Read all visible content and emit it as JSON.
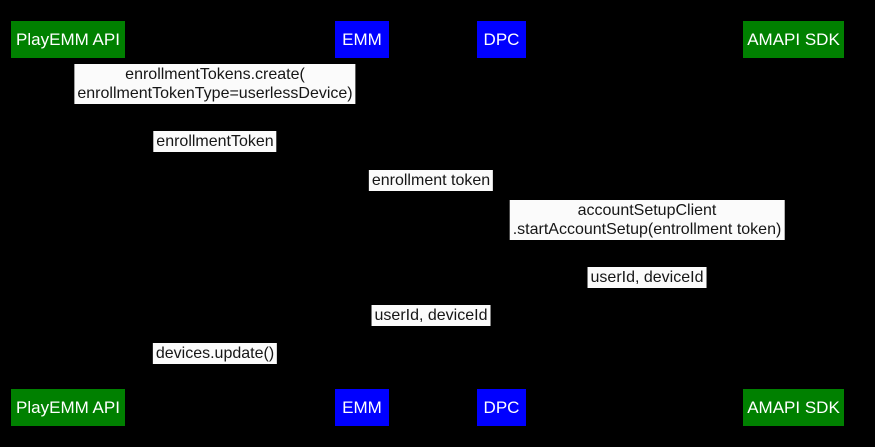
{
  "diagram": {
    "type": "sequence-diagram",
    "colors": {
      "background": "#000000",
      "actor_green": "#008000",
      "actor_blue": "#0000ff",
      "actor_text": "#ffffff",
      "message_bg": "#fbfbfb",
      "message_text": "#161616"
    },
    "actors": [
      {
        "label": "PlayEMM API",
        "color": "#008000"
      },
      {
        "label": "EMM",
        "color": "#0000ff"
      },
      {
        "label": "DPC",
        "color": "#0000ff"
      },
      {
        "label": "AMAPI SDK",
        "color": "#008000"
      }
    ],
    "messages": [
      {
        "between": [
          "PlayEMM API",
          "EMM"
        ],
        "lines": [
          "enrollmentTokens.create(",
          "enrollmentTokenType=userlessDevice)"
        ]
      },
      {
        "between": [
          "PlayEMM API",
          "EMM"
        ],
        "lines": [
          "enrollmentToken"
        ]
      },
      {
        "between": [
          "EMM",
          "DPC"
        ],
        "lines": [
          "enrollment token"
        ]
      },
      {
        "between": [
          "DPC",
          "AMAPI SDK"
        ],
        "lines": [
          "accountSetupClient",
          ".startAccountSetup(entrollment token)"
        ]
      },
      {
        "between": [
          "DPC",
          "AMAPI SDK"
        ],
        "lines": [
          "userId, deviceId"
        ]
      },
      {
        "between": [
          "EMM",
          "DPC"
        ],
        "lines": [
          "userId, deviceId"
        ]
      },
      {
        "between": [
          "PlayEMM API",
          "EMM"
        ],
        "lines": [
          "devices.update()"
        ]
      }
    ]
  }
}
